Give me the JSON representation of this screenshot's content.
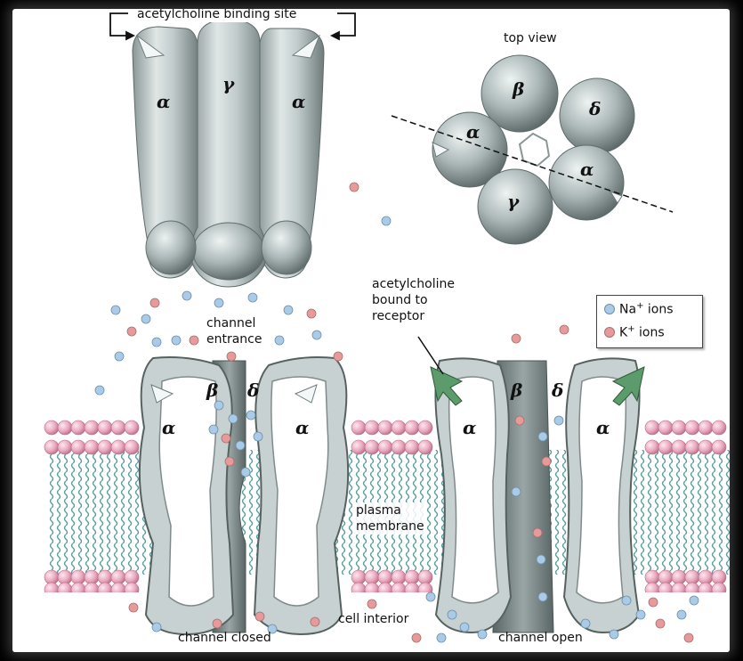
{
  "labels": {
    "binding_site": "acetylcholine binding site",
    "top_view": "top view",
    "channel_entrance": "channel\nentrance",
    "ach_bound": "acetylcholine\nbound to\nreceptor",
    "plasma_membrane": "plasma\nmembrane",
    "cell_interior": "cell interior",
    "channel_closed": "channel closed",
    "channel_open": "channel open"
  },
  "subunits": {
    "side_view": [
      "α",
      "γ",
      "α"
    ],
    "top_view": [
      "β",
      "δ",
      "α",
      "γ",
      "α"
    ],
    "closed_channel": [
      "α",
      "β",
      "δ",
      "α"
    ],
    "open_channel": [
      "α",
      "β",
      "δ",
      "α"
    ]
  },
  "legend": {
    "na": {
      "ion": "Na",
      "charge": "+",
      "suffix": " ions",
      "color": "#a9cbe8"
    },
    "k": {
      "ion": "K",
      "charge": "+",
      "suffix": " ions",
      "color": "#e69a9a"
    }
  },
  "colors": {
    "protein": "#c9d3d3",
    "protein_dark": "#6f7b7b",
    "lipid_head": "#e9a7bd",
    "lipid_tail": "#4f9ea0",
    "ach_arrow": "#5c9c6c"
  }
}
